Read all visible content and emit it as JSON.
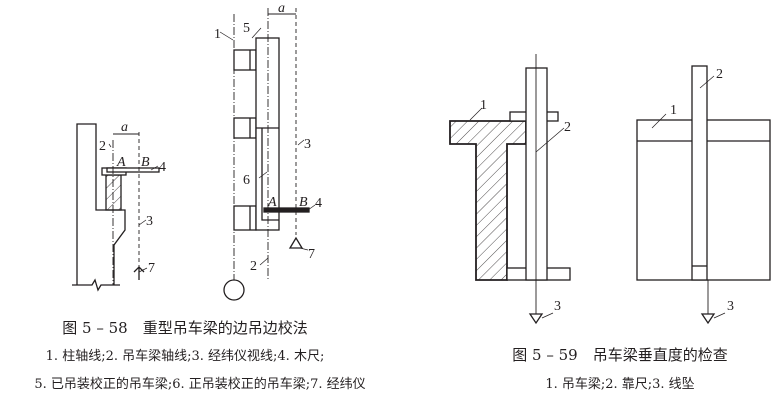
{
  "figure_5_58": {
    "caption": "图 5 – 58　重型吊车梁的边吊边校法",
    "legend_line1": "1. 柱轴线;2. 吊车梁轴线;3. 经纬仪视线;4. 木尺;",
    "legend_line2": "5. 已吊装校正的吊车梁;6. 正吊装校正的吊车梁;7. 经纬仪",
    "labels": {
      "n1": "1",
      "n2": "2",
      "n3": "3",
      "n4": "4",
      "n5": "5",
      "n6": "6",
      "n7": "7",
      "a": "a",
      "A": "A",
      "B": "B"
    }
  },
  "figure_5_59": {
    "caption": "图 5 – 59　吊车梁垂直度的检查",
    "legend": "1. 吊车梁;2. 靠尺;3. 线坠",
    "labels": {
      "n1": "1",
      "n2": "2",
      "n3": "3"
    }
  }
}
